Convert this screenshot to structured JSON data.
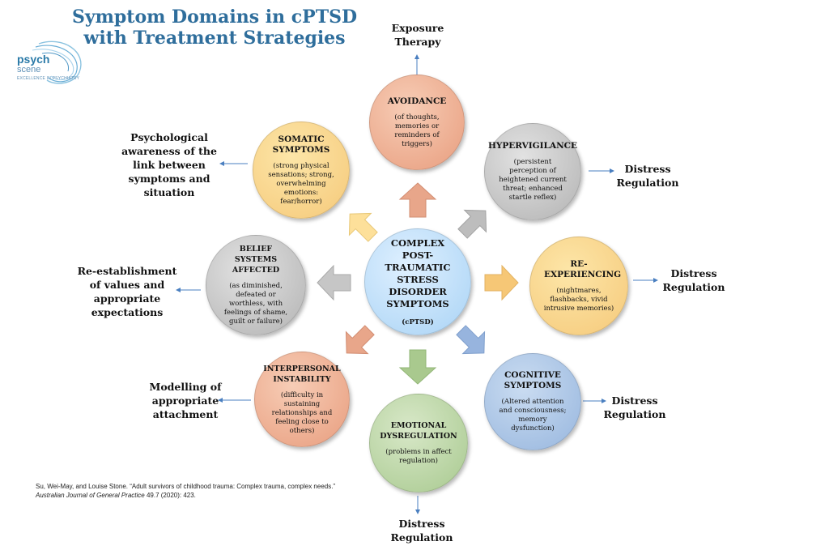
{
  "title": "Symptom Domains in cPTSD with Treatment Strategies",
  "logo": {
    "word1": "psych",
    "word2": "scene",
    "tagline": "EXCELLENCE IN PSYCHIATRY"
  },
  "center": {
    "title": "COMPLEX POST-TRAUMATIC STRESS DISORDER SYMPTOMS",
    "desc": "(cPTSD)"
  },
  "domains": {
    "avoidance": {
      "title": "AVOIDANCE",
      "desc": "(of thoughts, memories or reminders of triggers)",
      "strategy": "Exposure Therapy"
    },
    "hypervigilance": {
      "title": "HYPERVIGILANCE",
      "desc": "(persistent perception of heightened current threat; enhanced startle reflex)",
      "strategy": "Distress Regulation"
    },
    "reexperiencing": {
      "title": "RE-EXPERIENCING",
      "desc": "(nightmares, flashbacks, vivid intrusive memories)",
      "strategy": "Distress Regulation"
    },
    "cognitive": {
      "title": "COGNITIVE SYMPTOMS",
      "desc": "(Altered attention and consciousness; memory dysfunction)",
      "strategy": "Distress Regulation"
    },
    "emotional": {
      "title": "EMOTIONAL DYSREGULATION",
      "desc": "(problems in affect regulation)",
      "strategy": "Distress Regulation"
    },
    "interpersonal": {
      "title": "INTERPERSONAL INSTABILITY",
      "desc": "(difficulty in sustaining relationships and feeling close to others)",
      "strategy": "Modelling of appropriate attachment"
    },
    "belief": {
      "title": "BELIEF SYSTEMS AFFECTED",
      "desc": "(as diminished, defeated or worthless, with feelings of shame, guilt or failure)",
      "strategy": "Re-establishment of values and appropriate expectations"
    },
    "somatic": {
      "title": "SOMATIC SYMPTOMS",
      "desc": "(strong physical sensations; strong, overwhelming emotions: fear/horror)",
      "strategy": "Psychological awareness of the link between symptoms and situation"
    }
  },
  "citation": {
    "text": "Su, Wei-May, and Louise Stone. “Adult survivors of childhood trauma: Complex trauma, complex needs.”",
    "journal": "Australian Journal of General Practice",
    "details": "49.7 (2020): 423."
  }
}
